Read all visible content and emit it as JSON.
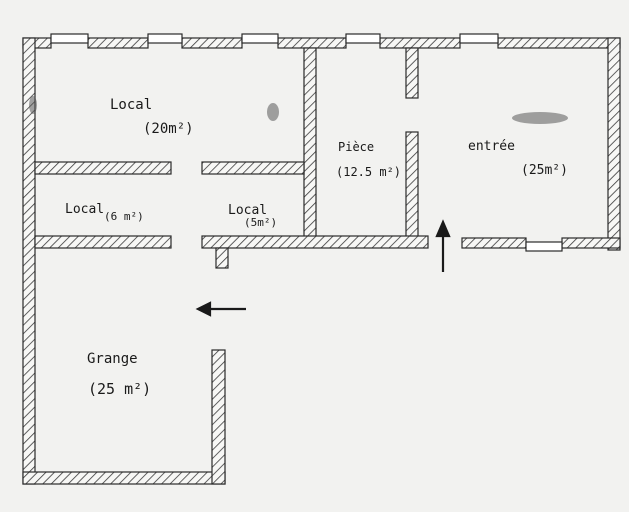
{
  "rooms": {
    "local_20": {
      "name": "Local",
      "area": "(20m²)"
    },
    "local_6": {
      "name": "Local",
      "area": "(6 m²)"
    },
    "local_5": {
      "name": "Local",
      "area": "(5m²)"
    },
    "piece": {
      "name": "Pièce",
      "area": "(12.5 m²)"
    },
    "entree": {
      "name": "entrée",
      "area": "(25m²)"
    },
    "grange": {
      "name": "Grange",
      "area": "(25 m²)"
    }
  },
  "colors": {
    "wall_hatch": "#3a3a3a",
    "background": "#f2f2f0",
    "ink": "#1a1a1a"
  }
}
